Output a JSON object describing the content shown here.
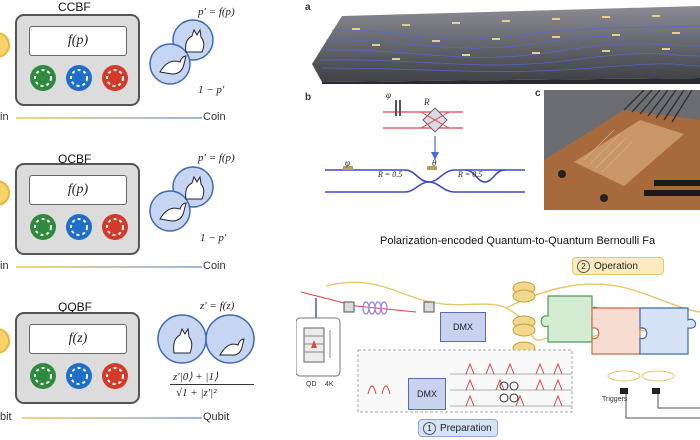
{
  "left": {
    "rows": [
      {
        "title": "CCBF",
        "func": "f(p)",
        "formula": "p′ = f(p)",
        "prob": "1 − p′",
        "left_label": "in",
        "right_label": "Coin"
      },
      {
        "title": "QCBF",
        "func": "f(p)",
        "formula": "p′ = f(p)",
        "prob": "1 − p′",
        "left_label": "in",
        "right_label": "Coin"
      },
      {
        "title": "QQBF",
        "func": "f(z)",
        "formula": "z′ = f(z)",
        "state_num": "z′|0⟩ + |1⟩",
        "state_den": "√1 + |z′|²",
        "left_label": "bit",
        "right_label": "Qubit"
      }
    ]
  },
  "panels": {
    "a": "a",
    "b": "b",
    "c": "c",
    "b_labels": {
      "phi": "φ",
      "R": "R",
      "theta": "θ",
      "r1": "R = 0.5",
      "r2": "R = 0.5"
    }
  },
  "bottom": {
    "title": "Polarization-encoded Quantum-to-Quantum Bernoulli Fa",
    "operation_num": "2",
    "operation": "Operation",
    "preparation_num": "1",
    "preparation": "Preparation",
    "dmx": "DMX",
    "qd": "QD",
    "k4": "4K",
    "triggers": "Triggers"
  },
  "colors": {
    "green": "#2e8b3e",
    "blue": "#1f6fc9",
    "red": "#d23a2a",
    "yellow": "#f7d36c",
    "light_blue": "#c6d6f2",
    "dmx": "#c9d2ee"
  }
}
